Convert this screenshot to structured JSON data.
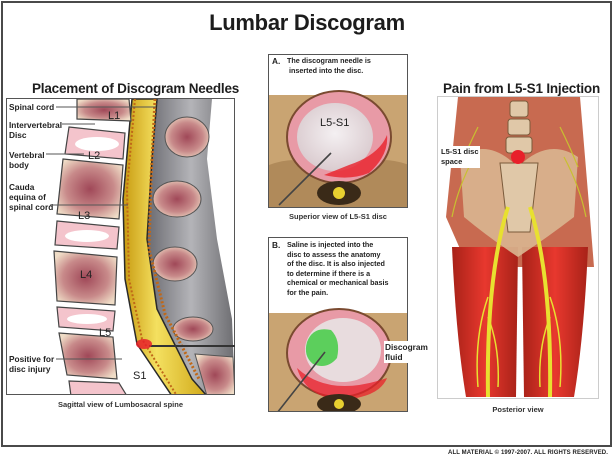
{
  "title": "Lumbar Discogram",
  "left_panel": {
    "heading": "Placement of Discogram Needles",
    "caption": "Sagittal view of Lumbosacral spine",
    "labels": {
      "spinal_cord": "Spinal cord",
      "intervertebral_disc_1": "Intervertebral",
      "intervertebral_disc_2": "Disc",
      "vertebral_body_1": "Vertebral",
      "vertebral_body_2": "body",
      "cauda_1": "Cauda",
      "cauda_2": "equina of",
      "cauda_3": "spinal cord",
      "positive_1": "Positive for",
      "positive_2": "disc injury"
    },
    "vertebrae": [
      "L1",
      "L2",
      "L3",
      "L4",
      "L5",
      "S1"
    ]
  },
  "panel_a": {
    "letter": "A.",
    "text_1": "The discogram needle is",
    "text_2": "inserted into the disc.",
    "disc_label": "L5-S1",
    "caption": "Superior view of  L5-S1 disc"
  },
  "panel_b": {
    "letter": "B.",
    "lines": [
      "Saline is injected into the",
      "disc to assess the anatomy",
      "of the disc. It is also injected",
      "to determine if there is a",
      "chemical or mechanical basis",
      "for the pain."
    ],
    "fluid_label_1": "Discogram",
    "fluid_label_2": "fluid"
  },
  "right_panel": {
    "heading": "Pain from L5-S1 Injection",
    "label_1": "L5-S1 disc",
    "label_2": "space",
    "caption": "Posterior view"
  },
  "copyright": "ALL MATERIAL © 1997-2007. ALL RIGHTS RESERVED.",
  "colors": {
    "disc_pink": "#f2b8c0",
    "bone": "#ead8c0",
    "marrow": "#9c4a58",
    "nerve_yellow": "#e8d030",
    "pain_red": "#e8202a",
    "fluid_green": "#5ccf5c",
    "muscle_red": "#d8362e"
  }
}
